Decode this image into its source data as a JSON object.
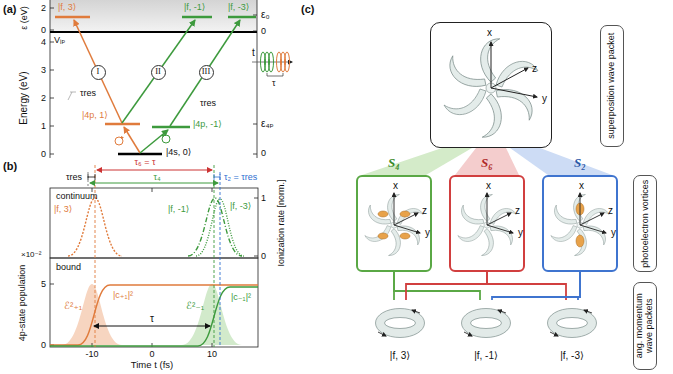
{
  "diagram": {
    "nodes": [
      {
        "text": [
          "I"
        ]
      },
      {
        "text": [
          "II"
        ]
      },
      {
        "text": [
          "III"
        ]
      },
      {
        "text": [
          "x",
          "y",
          "z"
        ]
      },
      {
        "text": [
          "superposition wave packet"
        ]
      },
      {
        "text": [
          "S₄",
          "x",
          "y",
          "z"
        ]
      },
      {
        "text": [
          "S₆",
          "x",
          "y",
          "z"
        ]
      },
      {
        "text": [
          "S₂",
          "x",
          "y",
          "z"
        ]
      },
      {
        "text": [
          "photoelectron vortices"
        ]
      },
      {
        "text": [
          "|f, 3⟩"
        ]
      },
      {
        "text": [
          "|f, -1⟩"
        ]
      },
      {
        "text": [
          "|f, -3⟩"
        ]
      },
      {
        "text": [
          "ang. momentum wave packets"
        ]
      }
    ],
    "edges": [
      {
        "from": 5,
        "to": 3,
        "arrow": "none"
      },
      {
        "from": 6,
        "to": 3,
        "arrow": "none"
      },
      {
        "from": 7,
        "to": 3,
        "arrow": "none"
      },
      {
        "from": 9,
        "to": 5,
        "arrow": "none"
      },
      {
        "from": 10,
        "to": 5,
        "arrow": "none"
      },
      {
        "from": 9,
        "to": 6,
        "arrow": "none"
      },
      {
        "from": 11,
        "to": 6,
        "arrow": "none"
      },
      {
        "from": 10,
        "to": 7,
        "arrow": "none"
      },
      {
        "from": 11,
        "to": 7,
        "arrow": "none"
      }
    ],
    "labels": [
      "(a)",
      "ε (eV)",
      "2",
      "0",
      "Vᵢₚ",
      "|f, 3⟩",
      "|f, -1⟩",
      "|f, -3⟩",
      "ε₀",
      "0",
      "Energy (eV)",
      "4",
      "3",
      "2",
      "1",
      "0",
      "τres",
      "τres",
      "|4p, 1⟩",
      "|4p, -1⟩",
      "|4s, 0⟩",
      "ε₄ₚ",
      "0",
      "t",
      "τ",
      "(b)",
      "τ₆ = τ",
      "τres",
      "τ₄",
      "τ₂ = τres",
      "continuum",
      "|f, 3⟩",
      "|f, -1⟩",
      "|f, -3⟩",
      "Ionization rate [norm.]",
      "1",
      "0",
      "×10⁻²",
      "bound",
      "4p-state population",
      "5",
      "0",
      "τ",
      "ℰ²₊₁",
      "|c₊₁|²",
      "ℰ²₋₁",
      "|c₋₁|²",
      "-10",
      "0",
      "10",
      "Time t (fs)",
      "(c)"
    ]
  }
}
